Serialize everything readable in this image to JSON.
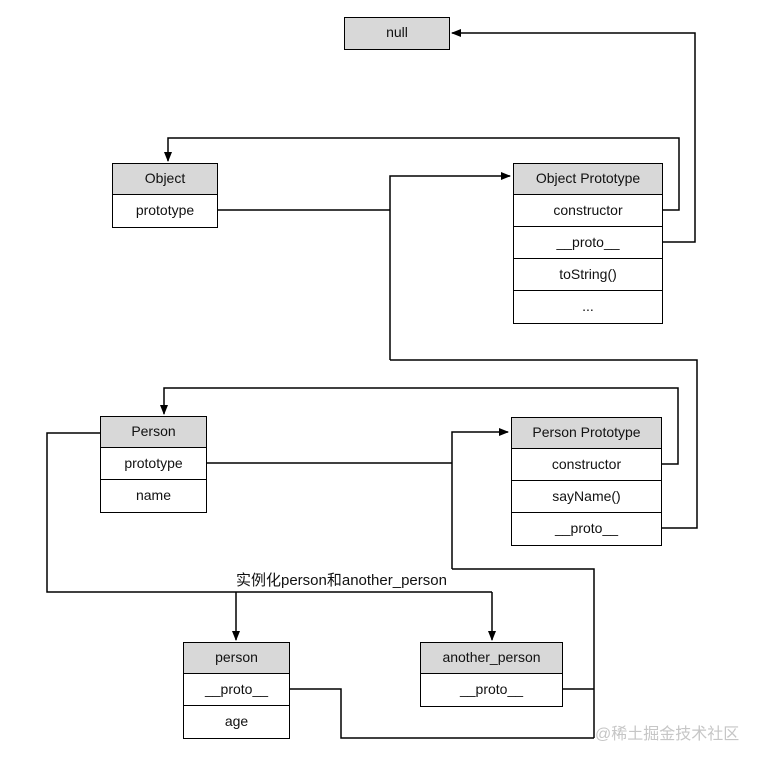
{
  "nodes": {
    "null_node": {
      "title": "null"
    },
    "object": {
      "title": "Object",
      "rows": [
        "prototype"
      ]
    },
    "object_prototype": {
      "title": "Object Prototype",
      "rows": [
        "constructor",
        "__proto__",
        "toString()",
        "..."
      ]
    },
    "person": {
      "title": "Person",
      "rows": [
        "prototype",
        "name"
      ]
    },
    "person_prototype": {
      "title": "Person Prototype",
      "rows": [
        "constructor",
        "sayName()",
        "__proto__"
      ]
    },
    "person_instance": {
      "title": "person",
      "rows": [
        "__proto__",
        "age"
      ]
    },
    "another_person": {
      "title": "another_person",
      "rows": [
        "__proto__"
      ]
    }
  },
  "annotations": {
    "instantiation_label": "实例化person和another_person",
    "watermark": "@稀土掘金技术社区"
  },
  "colors": {
    "border": "#000000",
    "header_fill": "#d8d8d8",
    "watermark": "#c6c6c6",
    "background": "#ffffff"
  }
}
